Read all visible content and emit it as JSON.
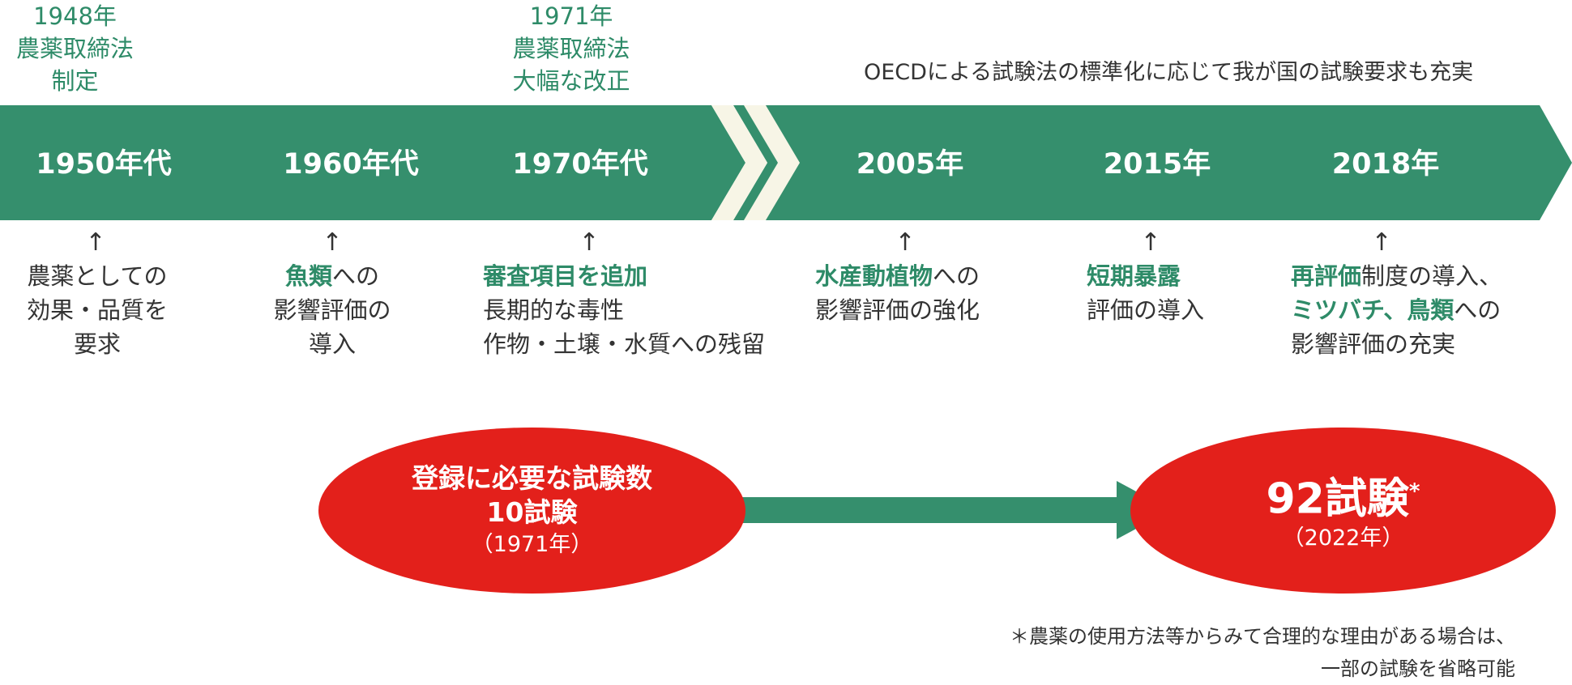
{
  "top_notes": [
    {
      "text": "1948年\n農薬取締法\n制定"
    },
    {
      "text": "1971年\n農薬取締法\n大幅な改正"
    }
  ],
  "oecd_note": "OECDによる試験法の標準化に応じて我が国の試験要求も充実",
  "timeline_labels": [
    "1950年代",
    "1960年代",
    "1970年代",
    "2005年",
    "2015年",
    "2018年"
  ],
  "arrow_glyph": "↑",
  "events": [
    {
      "lines": [
        [
          {
            "t": "農薬としての"
          }
        ],
        [
          {
            "t": "効果・品質を"
          }
        ],
        [
          {
            "t": "要求"
          }
        ]
      ]
    },
    {
      "lines": [
        [
          {
            "t": "魚類",
            "hl": true
          },
          {
            "t": "への"
          }
        ],
        [
          {
            "t": "影響評価の"
          }
        ],
        [
          {
            "t": "導入"
          }
        ]
      ]
    },
    {
      "lines": [
        [
          {
            "t": "審査項目を追加",
            "hl": true
          }
        ],
        [
          {
            "t": "長期的な毒性"
          }
        ],
        [
          {
            "t": "作物・土壌・水質への残留"
          }
        ]
      ]
    },
    {
      "lines": [
        [
          {
            "t": "水産動植物",
            "hl": true
          },
          {
            "t": "への"
          }
        ],
        [
          {
            "t": "影響評価の強化"
          }
        ]
      ]
    },
    {
      "lines": [
        [
          {
            "t": "短期暴露",
            "hl": true
          }
        ],
        [
          {
            "t": "評価の導入"
          }
        ]
      ]
    },
    {
      "lines": [
        [
          {
            "t": "再評価",
            "hl": true
          },
          {
            "t": "制度の導入、"
          }
        ],
        [
          {
            "t": "ミツバチ、鳥類",
            "hl": true
          },
          {
            "t": "への"
          }
        ],
        [
          {
            "t": "影響評価の充実"
          }
        ]
      ]
    }
  ],
  "left_ellipse": {
    "line1": "登録に必要な試験数",
    "line2": "10試験",
    "line3": "（1971年）"
  },
  "right_ellipse": {
    "main": "92試験",
    "star": "*",
    "sub": "（2022年）"
  },
  "footnote": {
    "line1": "＊農薬の使用方法等からみて合理的な理由がある場合は、",
    "line2": "一部の試験を省略可能"
  },
  "colors": {
    "green": "#358f6d",
    "highlight_green": "#2e8b68",
    "red": "#e3201b",
    "break_stripe": "#f7f5e6"
  }
}
